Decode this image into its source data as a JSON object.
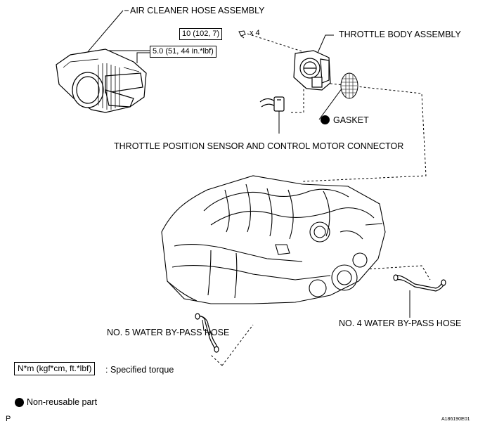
{
  "labels": {
    "air_cleaner": "AIR CLEANER HOSE ASSEMBLY",
    "throttle_body": "THROTTLE BODY ASSEMBLY",
    "gasket": "GASKET",
    "tps_connector": "THROTTLE POSITION SENSOR AND CONTROL MOTOR CONNECTOR",
    "no5_hose": "NO. 5 WATER BY-PASS HOSE",
    "no4_hose": "NO. 4 WATER BY-PASS HOSE"
  },
  "torque": {
    "bolt_spec": "10 (102, 7)",
    "bolt_qty": "x 4",
    "clamp_spec": "5.0 (51, 44 in.*lbf)"
  },
  "legend": {
    "unit_box": "N*m (kgf*cm, ft.*lbf)",
    "unit_desc": ": Specified torque",
    "nonreusable": "Non-reusable part"
  },
  "footer": {
    "left_mark": "P",
    "figure_id": "A186190E01"
  },
  "icons": [
    "non-reusable-dot-icon",
    "bolt-icon"
  ]
}
